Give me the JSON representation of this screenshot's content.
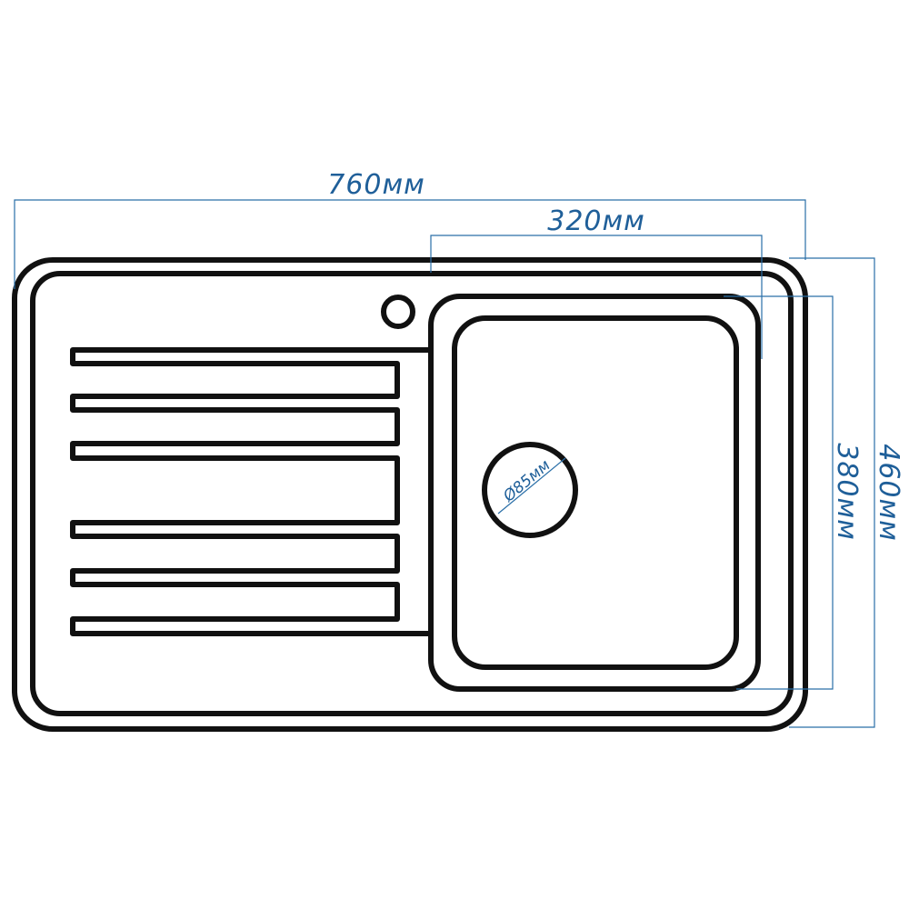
{
  "dimensions": {
    "overall_width": "760мм",
    "bowl_width": "320мм",
    "overall_depth": "460мм",
    "bowl_depth": "380мм",
    "drain_diameter": "Ø85мм"
  },
  "colors": {
    "outline": "#111111",
    "dimension": "#1f5f99"
  }
}
